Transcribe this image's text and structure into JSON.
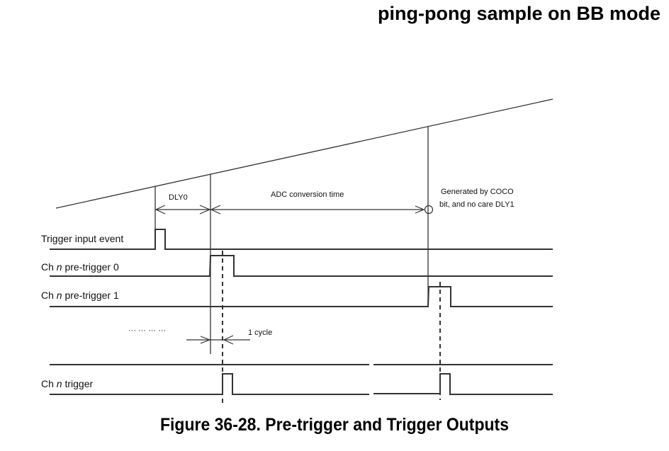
{
  "slide": {
    "title": "ping-pong sample on BB mode"
  },
  "figure": {
    "caption": "Figure 36-28. Pre-trigger and Trigger Outputs",
    "signals": [
      {
        "id": "trigger-input",
        "label_prefix": "Trigger input event",
        "label_italic": "",
        "label_suffix": ""
      },
      {
        "id": "pretrigger-0",
        "label_prefix": "Ch ",
        "label_italic": "n",
        "label_suffix": " pre-trigger 0"
      },
      {
        "id": "pretrigger-1",
        "label_prefix": "Ch ",
        "label_italic": "n",
        "label_suffix": " pre-trigger 1"
      },
      {
        "id": "ch-trigger",
        "label_prefix": "Ch ",
        "label_italic": "n",
        "label_suffix": " trigger"
      }
    ],
    "annotations": {
      "dly0": "DLY0",
      "adc_conversion": "ADC conversion time",
      "coco_line1": "Generated by COCO",
      "coco_line2": "bit, and no care DLY1",
      "one_cycle": "1 cycle",
      "ellipsis": "···  ···  ···  ···"
    }
  }
}
